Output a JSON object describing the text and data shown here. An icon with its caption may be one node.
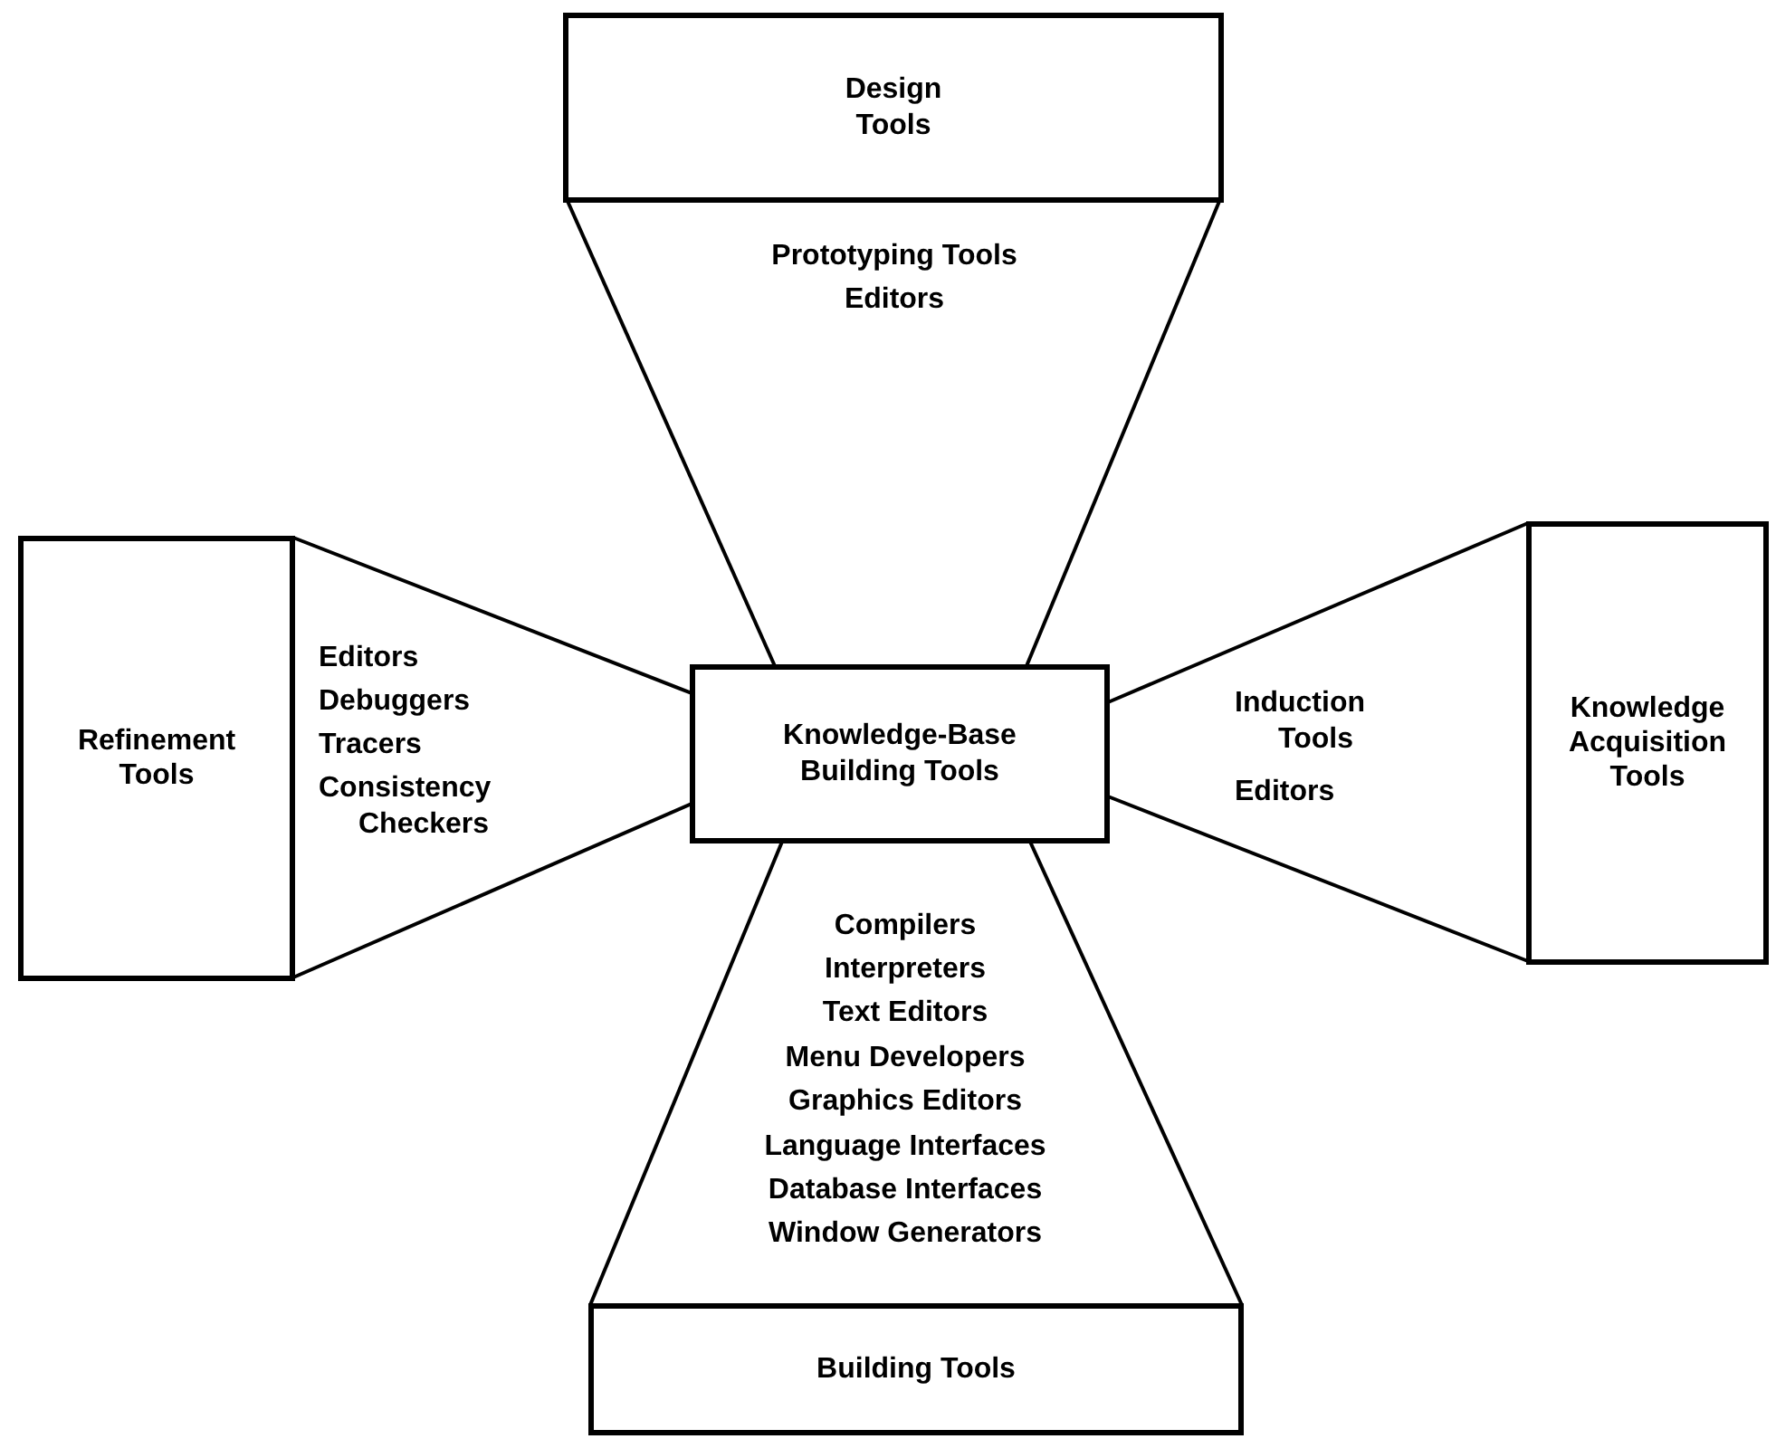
{
  "diagram": {
    "nodes": [
      {
        "text": [
          "Design Tools"
        ]
      },
      {
        "text": [
          "Refinement Tools"
        ]
      },
      {
        "text": [
          "Knowledge-Base Building Tools"
        ]
      },
      {
        "text": [
          "Knowledge Acquisition Tools"
        ]
      },
      {
        "text": [
          "Building Tools"
        ]
      }
    ],
    "edges": [
      {
        "from": 0,
        "to": 2,
        "arrow": "none"
      },
      {
        "from": 0,
        "to": 2,
        "arrow": "none"
      },
      {
        "from": 1,
        "to": 2,
        "arrow": "none"
      },
      {
        "from": 1,
        "to": 2,
        "arrow": "none"
      },
      {
        "from": 3,
        "to": 2,
        "arrow": "none"
      },
      {
        "from": 3,
        "to": 2,
        "arrow": "none"
      },
      {
        "from": 4,
        "to": 2,
        "arrow": "none"
      },
      {
        "from": 4,
        "to": 2,
        "arrow": "none"
      }
    ],
    "labels": [
      "Prototyping Tools",
      "Editors",
      "Editors",
      "Debuggers",
      "Tracers",
      "Consistency Checkers",
      "Induction Tools",
      "Editors",
      "Compilers",
      "Interpreters",
      "Text Editors",
      "Menu Developers",
      "Graphics Editors",
      "Language Interfaces",
      "Database Interfaces",
      "Window Generators"
    ]
  }
}
